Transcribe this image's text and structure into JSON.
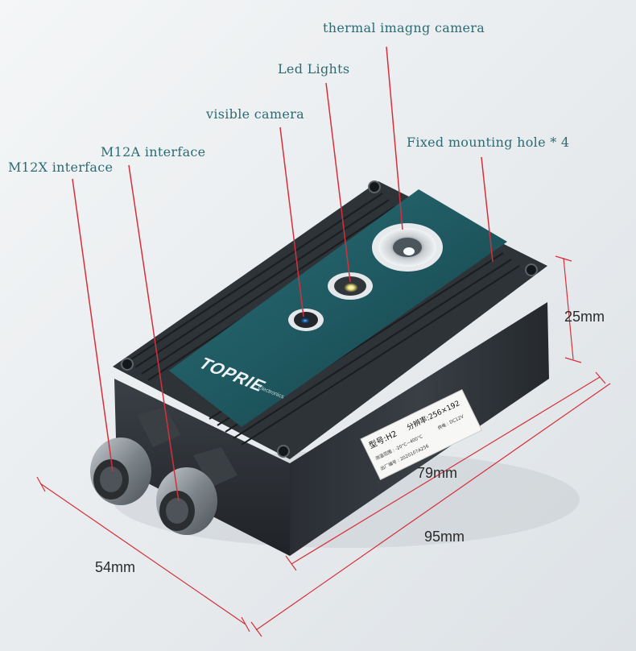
{
  "callouts": {
    "thermal_camera": "thermal imagng camera",
    "led_lights": "Led Lights",
    "visible_camera": "visible camera",
    "mounting_hole": "Fixed mounting hole * 4",
    "m12a": "M12A interface",
    "m12x": "M12X interface"
  },
  "dimensions": {
    "height": "25mm",
    "length_inner": "79mm",
    "length_outer": "95mm",
    "width": "54mm"
  },
  "device": {
    "brand": "TOPRIE",
    "brand_sub": "Electronics",
    "label": {
      "model": "型号:H2",
      "resolution": "分辨率:256×192",
      "range": "测温范围 : -20°C~400°C",
      "power": "供电 : DC12V",
      "serial": "出厂编号 : 2020107A256"
    }
  },
  "colors": {
    "background": "#e9edf0",
    "callout_text": "#2c6b73",
    "leader_line": "#d5303a",
    "panel": "#1c4f56",
    "body": "#2b2f33"
  }
}
